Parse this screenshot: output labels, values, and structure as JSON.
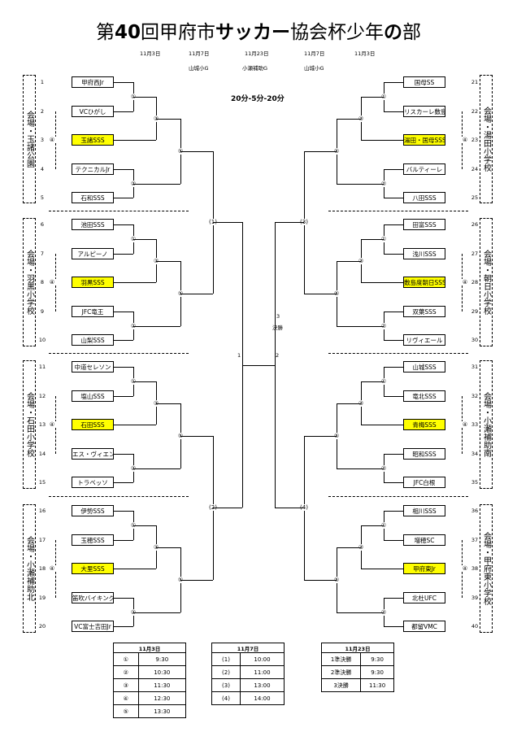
{
  "title": {
    "prefix": "第",
    "num": "40",
    "mid": "回甲府市",
    "bold1": "サッカー",
    "mid2": "協会杯少年",
    "bold2": "の",
    "suffix": "部"
  },
  "dates": {
    "d1": "11月3日",
    "d2": "11月7日",
    "d3": "11月23日",
    "d4": "11月7日",
    "d5": "11月3日"
  },
  "grounds": {
    "g1": "山城小G",
    "g2": "小瀬補助G",
    "g3": "山城小G"
  },
  "format": "20分-5分-20分",
  "final": {
    "place": "3",
    "label": "決勝",
    "n1": "1",
    "n2": "2"
  },
  "venues": {
    "v1": "会場・玉諸公園",
    "v2": "会場・羽黒小学校",
    "v3": "会場・石田小学校",
    "v4": "会場・小瀬補助北",
    "v5": "会場・湯田小学校",
    "v6": "会場・朝日小学校",
    "v7": "会場・小瀬補助南",
    "v8": "会場・甲府東小学校"
  },
  "left_teams": [
    {
      "n": "1",
      "name": "甲府西Jr"
    },
    {
      "n": "2",
      "name": "VCひがし"
    },
    {
      "n": "3",
      "name": "玉諸SSS"
    },
    {
      "n": "4",
      "name": "テクニカルJr"
    },
    {
      "n": "5",
      "name": "石和SSS"
    },
    {
      "n": "6",
      "name": "池田SSS"
    },
    {
      "n": "7",
      "name": "アルピーノ"
    },
    {
      "n": "8",
      "name": "羽黒SSS"
    },
    {
      "n": "9",
      "name": "JFC竜王"
    },
    {
      "n": "10",
      "name": "山梨SSS"
    },
    {
      "n": "11",
      "name": "中道セレソン"
    },
    {
      "n": "12",
      "name": "塩山SSS"
    },
    {
      "n": "13",
      "name": "石田SSS"
    },
    {
      "n": "14",
      "name": "エス・ヴィエント"
    },
    {
      "n": "15",
      "name": "トラベッソ"
    },
    {
      "n": "16",
      "name": "伊勢SSS"
    },
    {
      "n": "17",
      "name": "玉穂SSS"
    },
    {
      "n": "18",
      "name": "大里SSS"
    },
    {
      "n": "19",
      "name": "笛吹バイキング"
    },
    {
      "n": "20",
      "name": "VC富士吉田Jr"
    }
  ],
  "right_teams": [
    {
      "n": "21",
      "name": "国母SS"
    },
    {
      "n": "22",
      "name": "リスカーレ敷島"
    },
    {
      "n": "23",
      "name": "湯田・国母SSS"
    },
    {
      "n": "24",
      "name": "バルティーレ"
    },
    {
      "n": "25",
      "name": "八田SSS"
    },
    {
      "n": "26",
      "name": "田富SSS"
    },
    {
      "n": "27",
      "name": "浅川SSS"
    },
    {
      "n": "28",
      "name": "敷島度朝日SSS"
    },
    {
      "n": "29",
      "name": "双葉SSS"
    },
    {
      "n": "30",
      "name": "リヴィエール"
    },
    {
      "n": "31",
      "name": "山城SSS"
    },
    {
      "n": "32",
      "name": "竜北SSS"
    },
    {
      "n": "33",
      "name": "青梅SSS"
    },
    {
      "n": "34",
      "name": "昭和SSS"
    },
    {
      "n": "35",
      "name": "JFC白根"
    },
    {
      "n": "36",
      "name": "相川SSS"
    },
    {
      "n": "37",
      "name": "増穂SC"
    },
    {
      "n": "38",
      "name": "甲府東Jr"
    },
    {
      "n": "39",
      "name": "北杜UFC"
    },
    {
      "n": "40",
      "name": "都留VMC"
    }
  ],
  "marks": {
    "m1": "①",
    "m2": "②",
    "m3": "③",
    "m4": "④",
    "m5": "⑤",
    "p1": "(1)",
    "p2": "(2)",
    "p3": "(3)",
    "p4": "(4)"
  },
  "schedule1": {
    "header": "11月3日",
    "rows": [
      [
        "①",
        "9:30"
      ],
      [
        "②",
        "10:30"
      ],
      [
        "③",
        "11:30"
      ],
      [
        "④",
        "12:30"
      ],
      [
        "⑤",
        "13:30"
      ]
    ]
  },
  "schedule2": {
    "header": "11月7日",
    "rows": [
      [
        "(1)",
        "10:00"
      ],
      [
        "(2)",
        "11:00"
      ],
      [
        "(3)",
        "13:00"
      ],
      [
        "(4)",
        "14:00"
      ]
    ]
  },
  "schedule3": {
    "header": "11月23日",
    "rows": [
      [
        "1準決勝",
        "9:30"
      ],
      [
        "2準決勝",
        "9:30"
      ],
      [
        "3決勝",
        "11:30"
      ]
    ]
  },
  "colors": {
    "highlight": "#ffff00"
  }
}
